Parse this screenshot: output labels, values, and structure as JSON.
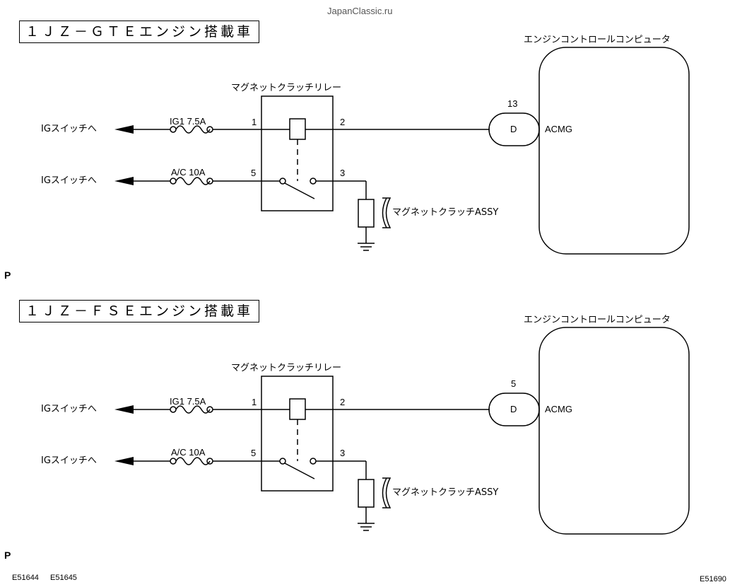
{
  "watermark": "JapanClassic.ru",
  "figure_codes": [
    "E51644",
    "E51645",
    "E51690"
  ],
  "sections": [
    {
      "title": "１ＪＺ－ＧＴＥエンジン搭載車",
      "relay_title": "マグネットクラッチリレー",
      "ecu_title": "エンジンコントロールコンピュータ",
      "feed_1": "IGスイッチへ",
      "feed_2": "IGスイッチへ",
      "fuse_1": "IG1 7.5A",
      "fuse_2": "A/C 10A",
      "pin_1": "1",
      "pin_2": "2",
      "pin_3": "3",
      "pin_5": "5",
      "ecu_pin": "13",
      "connector": "D",
      "signal": "ACMG",
      "clutch_label": "マグネットクラッチASSY",
      "page_mark": "P"
    },
    {
      "title": "１ＪＺ－ＦＳＥエンジン搭載車",
      "relay_title": "マグネットクラッチリレー",
      "ecu_title": "エンジンコントロールコンピュータ",
      "feed_1": "IGスイッチへ",
      "feed_2": "IGスイッチへ",
      "fuse_1": "IG1 7.5A",
      "fuse_2": "A/C 10A",
      "pin_1": "1",
      "pin_2": "2",
      "pin_3": "3",
      "pin_5": "5",
      "ecu_pin": "5",
      "connector": "D",
      "signal": "ACMG",
      "clutch_label": "マグネットクラッチASSY",
      "page_mark": "P"
    }
  ]
}
